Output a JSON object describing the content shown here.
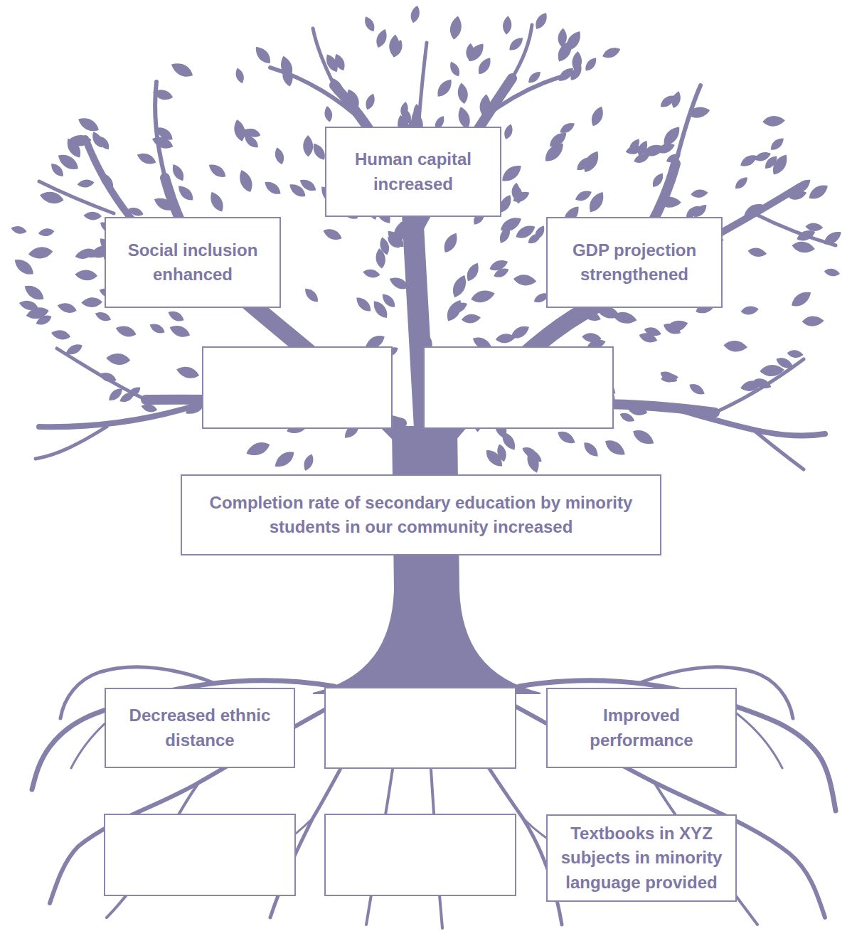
{
  "diagram": {
    "nodes": [
      {
        "text": [
          "Human capital increased"
        ]
      },
      {
        "text": [
          "Social inclusion enhanced"
        ]
      },
      {
        "text": [
          "GDP projection strengthened"
        ]
      },
      {
        "text": [
          "Completion rate of secondary education by minority students in our community increased"
        ]
      },
      {
        "text": [
          "Decreased ethnic distance"
        ]
      },
      {
        "text": [
          "Improved performance"
        ]
      },
      {
        "text": [
          "Textbooks in XYZ subjects in minority language provided"
        ]
      }
    ]
  }
}
